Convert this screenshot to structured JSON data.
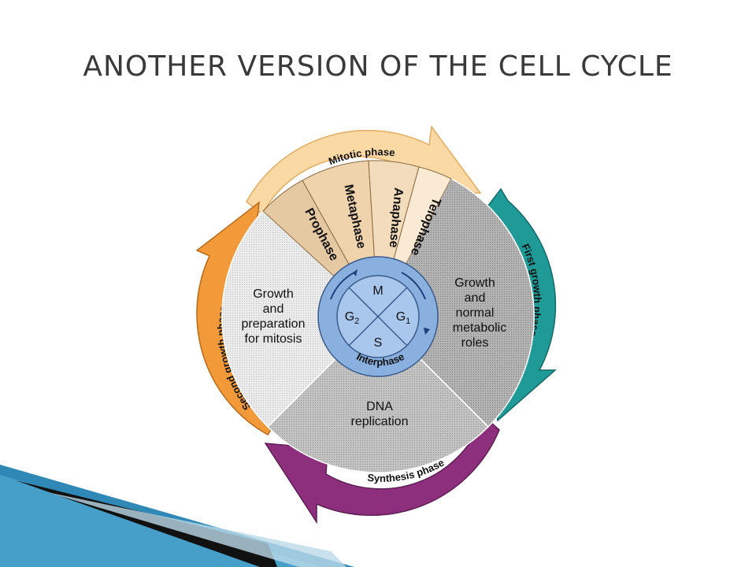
{
  "title": "ANOTHER VERSION OF THE CELL CYCLE",
  "arcs": {
    "mitotic": "Mitotic phase",
    "first_growth": "First growth phase",
    "synthesis": "Synthesis phase",
    "second_growth": "Second growth phase"
  },
  "mitosis_steps": [
    "Prophase",
    "Metaphase",
    "Anaphase",
    "Telophase"
  ],
  "sectors": {
    "g1": [
      "Growth",
      "and",
      "normal",
      "metabolic",
      "roles"
    ],
    "s": [
      "DNA",
      "replication"
    ],
    "g2": [
      "Growth",
      "and",
      "preparation",
      "for mitosis"
    ]
  },
  "center": {
    "m": "M",
    "g2": "G",
    "g2_sub": "2",
    "g1": "G",
    "g1_sub": "1",
    "s": "S",
    "interphase": "Interphase"
  },
  "colors": {
    "mitotic": "#fbd9a4",
    "first_growth": "#1f9a96",
    "synthesis": "#8e2f7e",
    "second_growth": "#f29a3a",
    "center": "#8ab0e0"
  }
}
